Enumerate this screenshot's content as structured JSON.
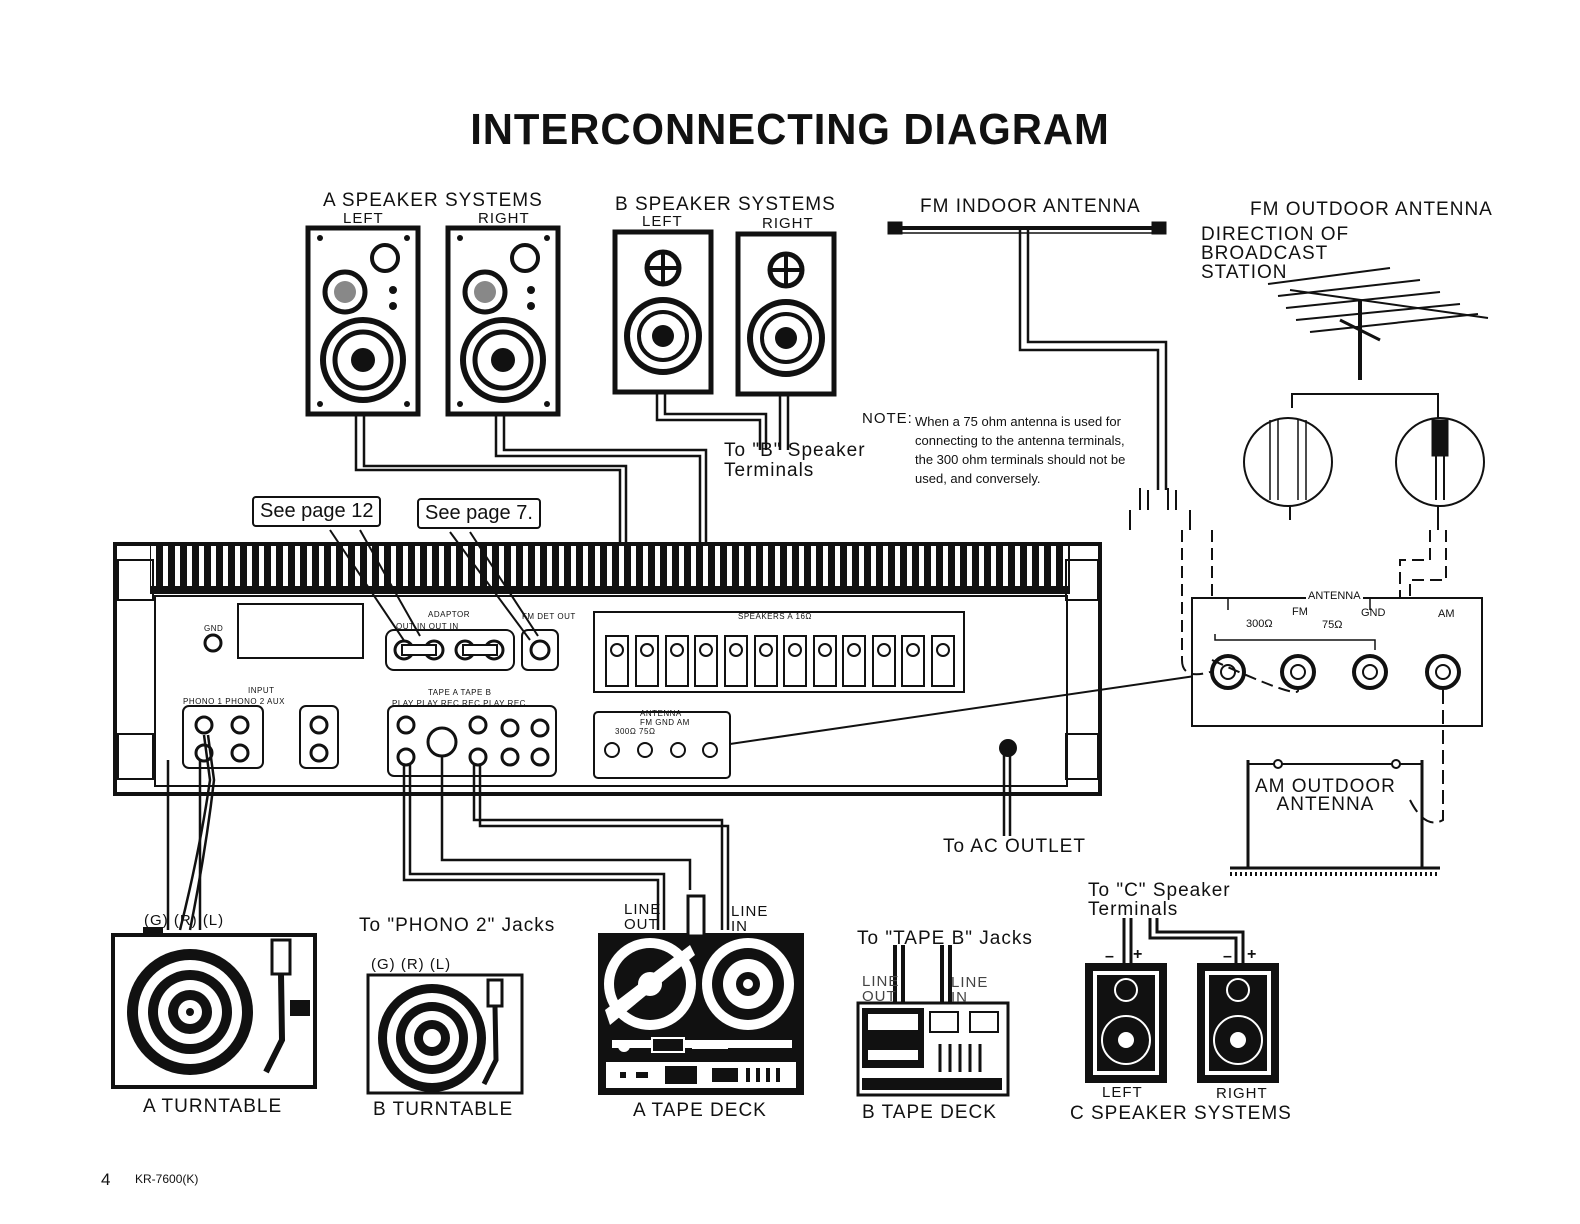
{
  "title": "INTERCONNECTING DIAGRAM",
  "a_speakers": {
    "title": "A SPEAKER SYSTEMS",
    "left": "LEFT",
    "right": "RIGHT"
  },
  "b_speakers": {
    "title": "B SPEAKER SYSTEMS",
    "left": "LEFT",
    "right": "RIGHT",
    "to_terminals": "To \"B\" Speaker\nTerminals"
  },
  "fm_indoor": "FM INDOOR ANTENNA",
  "fm_outdoor": {
    "title": "FM OUTDOOR ANTENNA",
    "direction": "DIRECTION OF\nBROADCAST\nSTATION"
  },
  "note": {
    "label": "NOTE:",
    "text": "When a 75 ohm antenna is used for connecting to the antenna terminals, the 300 ohm terminals should not be used, and conversely."
  },
  "callouts": {
    "page12": "See page 12",
    "page7": "See page 7."
  },
  "panel": {
    "gnd": "GND",
    "adaptor": "ADAPTOR",
    "adaptor_sub": "OUT  IN  OUT  IN",
    "fm_det": "FM DET OUT",
    "speakers": "SPEAKERS A 16Ω",
    "input": "INPUT",
    "input_sub": "PHONO 1  PHONO 2  AUX",
    "tape": "TAPE A  TAPE B",
    "tape_sub": "PLAY PLAY REC REC  PLAY REC",
    "antenna": "ANTENNA",
    "antenna_sub": "FM   GND   AM",
    "antenna_ohm": "300Ω  75Ω"
  },
  "antenna_panel": {
    "title": "ANTENNA",
    "fm": "FM",
    "gnd": "GND",
    "am": "AM",
    "ohm300": "300Ω",
    "ohm75": "75Ω"
  },
  "am_outdoor": "AM OUTDOOR\nANTENNA",
  "ac_outlet": "To AC OUTLET",
  "c_speakers": {
    "to_terminals": "To \"C\" Speaker\nTerminals",
    "left": "LEFT",
    "right": "RIGHT",
    "title": "C SPEAKER SYSTEMS"
  },
  "phono2": "To \"PHONO 2\" Jacks",
  "tape_b": "To \"TAPE B\" Jacks",
  "line_out": "LINE\nOUT",
  "line_in": "LINE\nIN",
  "grl": "(G) (R) (L)",
  "plus_minus": {
    "minus": "–",
    "plus": "+"
  },
  "devices": {
    "a_turntable": "A TURNTABLE",
    "b_turntable": "B TURNTABLE",
    "a_tape": "A TAPE DECK",
    "b_tape": "B TAPE DECK"
  },
  "footer": {
    "page": "4",
    "model": "KR-7600(K)"
  }
}
